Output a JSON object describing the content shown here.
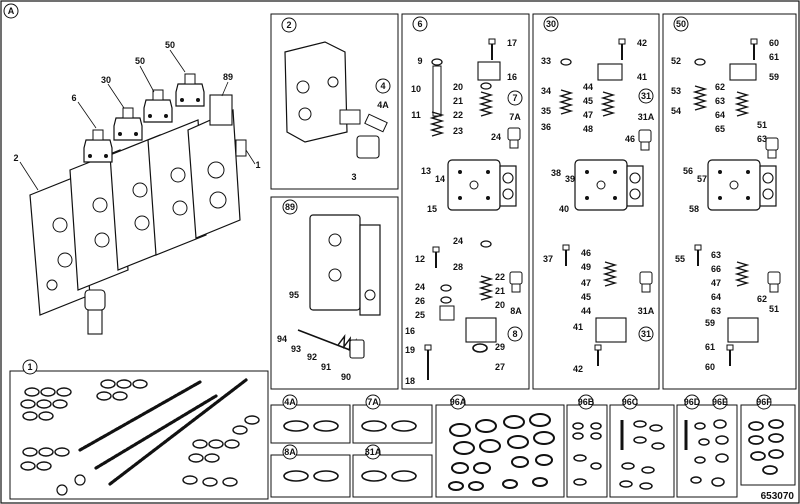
{
  "document_ref": "653070",
  "main_assembly": {
    "tag": "A",
    "labels": [
      "2",
      "6",
      "30",
      "50",
      "50",
      "89",
      "1"
    ]
  },
  "panels": [
    {
      "tag": "2",
      "labels": [
        "4",
        "4A",
        "3"
      ]
    },
    {
      "tag": "89",
      "labels": [
        "95",
        "94",
        "93",
        "92",
        "91",
        "90"
      ]
    },
    {
      "tag": "6",
      "labels": [
        "9",
        "10",
        "11",
        "17",
        "16",
        "20",
        "21",
        "22",
        "23",
        "7",
        "7A",
        "24",
        "13",
        "14",
        "15",
        "12",
        "24",
        "28",
        "24",
        "26",
        "25",
        "16",
        "19",
        "18",
        "22",
        "21",
        "20",
        "29",
        "27",
        "8A",
        "8"
      ]
    },
    {
      "tag": "30",
      "labels": [
        "33",
        "34",
        "35",
        "36",
        "42",
        "41",
        "44",
        "45",
        "47",
        "48",
        "31",
        "31A",
        "46",
        "38",
        "39",
        "40",
        "37",
        "46",
        "49",
        "47",
        "45",
        "44",
        "41",
        "42",
        "31A",
        "31"
      ]
    },
    {
      "tag": "50",
      "labels": [
        "52",
        "53",
        "54",
        "60",
        "61",
        "59",
        "62",
        "63",
        "64",
        "65",
        "51",
        "63",
        "56",
        "57",
        "58",
        "55",
        "63",
        "66",
        "47",
        "64",
        "63",
        "62",
        "51",
        "59",
        "61",
        "60"
      ]
    }
  ],
  "kits": [
    {
      "tag": "1"
    },
    {
      "tag": "4A"
    },
    {
      "tag": "7A"
    },
    {
      "tag": "8A"
    },
    {
      "tag": "31A"
    },
    {
      "tag": "96A"
    },
    {
      "tag": "96B"
    },
    {
      "tag": "96C"
    },
    {
      "tag": "96D"
    },
    {
      "tag": "96E"
    },
    {
      "tag": "96F"
    }
  ]
}
